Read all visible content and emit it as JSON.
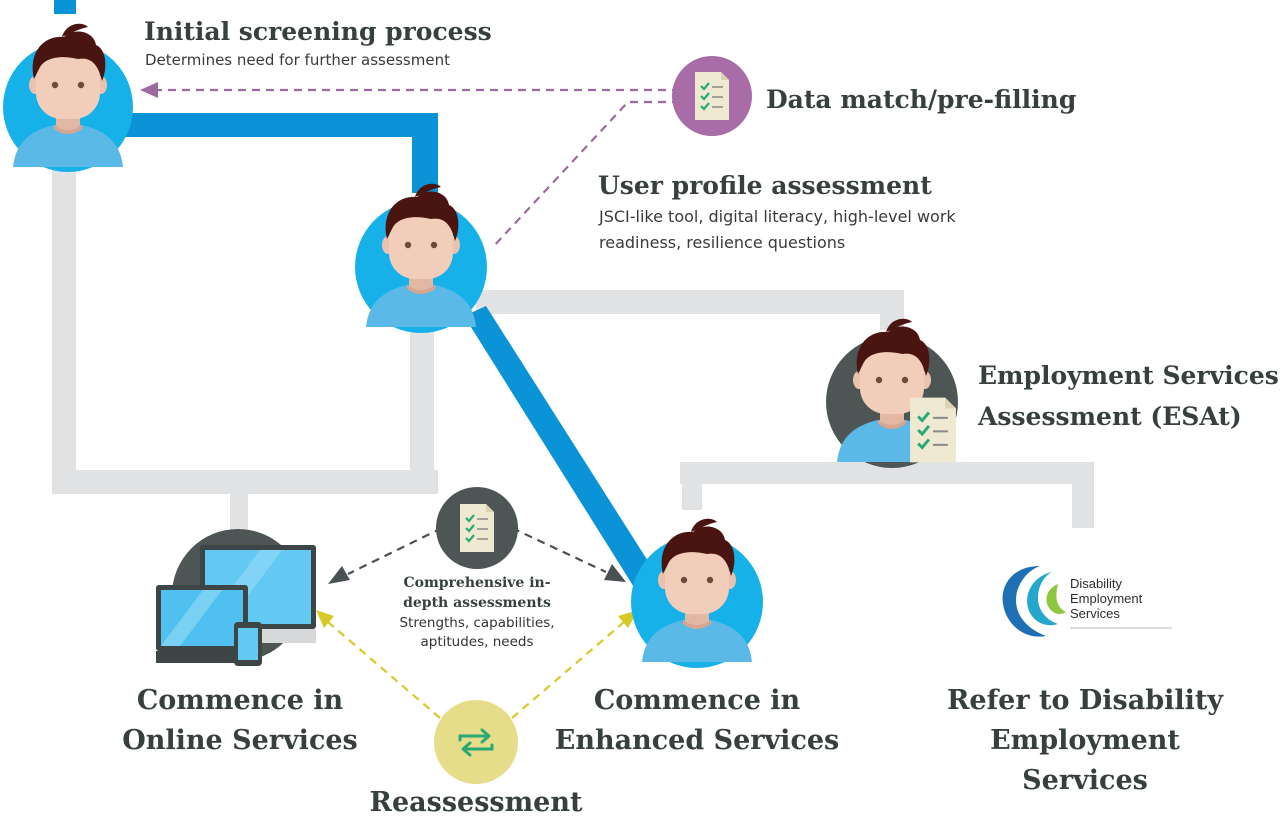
{
  "steps": {
    "initial": {
      "title": "Initial screening process",
      "sub": "Determines need for further assessment"
    },
    "datamatch": {
      "title": "Data match/pre-filling"
    },
    "profile": {
      "title": "User profile assessment",
      "sub1": "JSCI-like tool, digital literacy, high-level work",
      "sub2": "readiness, resilience questions"
    },
    "esat": {
      "title1": "Employment Services",
      "title2": "Assessment (ESAt)"
    },
    "comprehensive": {
      "title1": "Comprehensive in-",
      "title2": "depth assessments",
      "sub1": "Strengths, capabilities,",
      "sub2": "aptitudes, needs"
    },
    "online": {
      "line1": "Commence in",
      "line2": "Online Services"
    },
    "enhanced": {
      "line1": "Commence in",
      "line2": "Enhanced Services"
    },
    "des": {
      "line1": "Refer to Disability",
      "line2": "Employment",
      "line3": "Services"
    },
    "reassessment": {
      "title": "Reassessment"
    }
  },
  "logo": {
    "line1": "Disability",
    "line2": "Employment",
    "line3": "Services"
  },
  "colors": {
    "flow_blue": "#0a93d6",
    "flow_grey": "#e1e2e3",
    "dashed_purple": "#9c6aa0",
    "dashed_dark": "#4a5152",
    "dashed_yellow": "#d8c928",
    "person_blue": "#17b1ea",
    "person_dark": "#4d5555",
    "purple_circle": "#a86ca8",
    "yellow_circle": "#e6dd8a",
    "text_dark": "#37403f"
  },
  "icons": [
    "person-icon",
    "checklist-icon",
    "computer-devices-icon",
    "swap-arrows-icon",
    "des-logo"
  ]
}
